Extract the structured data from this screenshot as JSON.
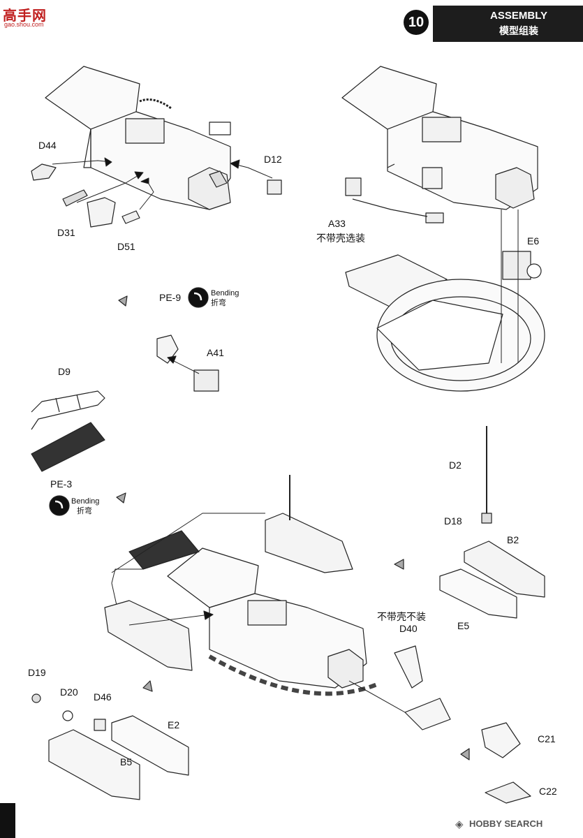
{
  "header": {
    "step_number": "10",
    "title": "ASSEMBLY",
    "subtitle": "模型组装"
  },
  "watermark": {
    "logo_text": "高手网",
    "logo_url": "gao.shou.com"
  },
  "footer": {
    "brand": "HOBBY SEARCH"
  },
  "labels": {
    "d44": "D44",
    "d31": "D31",
    "d51": "D51",
    "d12": "D12",
    "a33": "A33",
    "a33_note": "不带壳选装",
    "e6": "E6",
    "pe9": "PE-9",
    "a41": "A41",
    "d9": "D9",
    "pe3": "PE-3",
    "d2": "D2",
    "d18": "D18",
    "b2": "B2",
    "e5": "E5",
    "d40_note": "不带壳不装",
    "d40": "D40",
    "d19": "D19",
    "d20": "D20",
    "d46": "D46",
    "e2": "E2",
    "b5": "B5",
    "c21": "C21",
    "c22": "C22"
  },
  "bending_1": {
    "en": "Bending",
    "zh": "折弯"
  },
  "bending_2": {
    "en": "Bending",
    "zh": "折弯"
  }
}
